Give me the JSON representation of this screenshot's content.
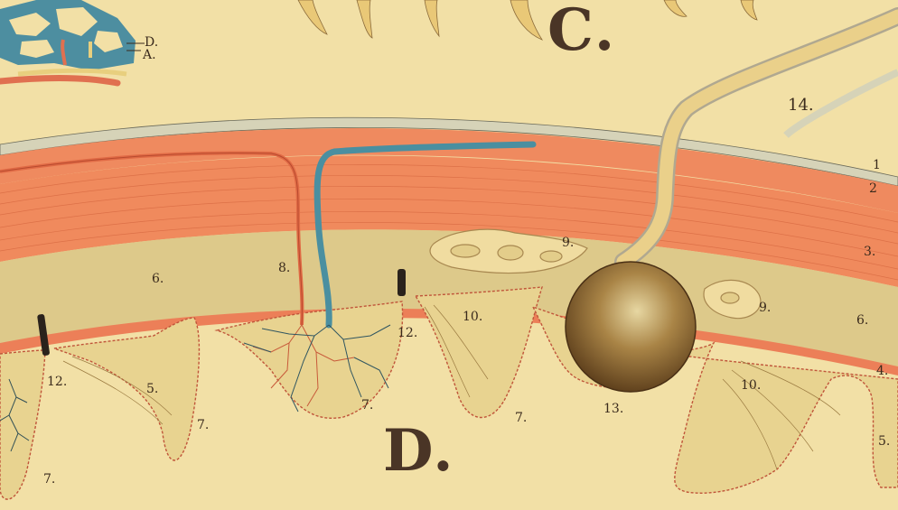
{
  "panel_labels": {
    "c": "C.",
    "d": "D."
  },
  "inset_labels": {
    "d": "D.",
    "a": "A."
  },
  "numbers": {
    "n1": "1",
    "n2": "2",
    "n3": "3.",
    "n4": "4.",
    "n5a": "5.",
    "n5b": "5.",
    "n6a": "6.",
    "n6b": "6.",
    "n7a": "7.",
    "n7b": "7.",
    "n7c": "7.",
    "n7d": "7.",
    "n8": "8.",
    "n9a": "9.",
    "n9b": "9.",
    "n10a": "10.",
    "n10b": "10.",
    "n12a": "12.",
    "n12b": "12.",
    "n13": "13.",
    "n14": "14."
  },
  "colors": {
    "background": "#f2e0a6",
    "muscle": "#ef8a5f",
    "tissue": "#e3cd8a",
    "vein": "#4a8fa0",
    "artery": "#e06a45",
    "nerve": "#ead08a",
    "gland": "#7a5a2e",
    "ink": "#3a2a1c"
  }
}
